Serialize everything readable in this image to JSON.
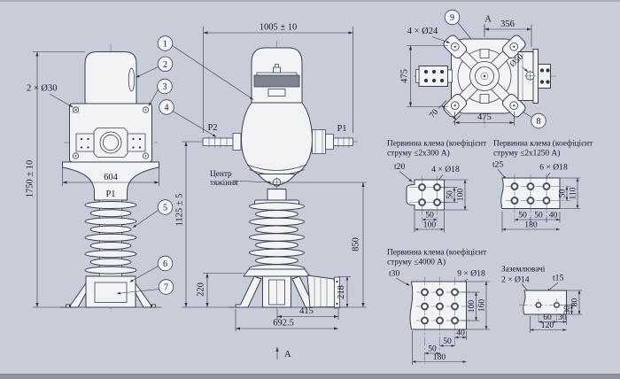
{
  "palette": {
    "background": "#c8cdd9",
    "paper": "#f2f3f5",
    "line": "#3a4050",
    "plate_band": "#7d8390"
  },
  "front_view": {
    "dim_height": "1750 ± 10",
    "dim_corner_holes": "2 × Ø30",
    "dim_flange_width": "604",
    "terminal": "Р1"
  },
  "side_view": {
    "dim_total_width": "1005 ± 10",
    "terminal_left": "Р2",
    "terminal_right": "Р1",
    "cg_line1": "Центр",
    "cg_line2": "тяжіння",
    "dim_axis_height": "1125 ± 5",
    "dim_base_height": "220",
    "dim_cg_height": "850",
    "dim_box_height": "218",
    "dim_box_offset": "415",
    "dim_base_width": "692.5",
    "view_label": "А"
  },
  "bottom_view": {
    "view_label": "А",
    "dim_offset": "356",
    "dim_corner_holes": "4 × Ø24",
    "dim_span_vertical": "475",
    "dim_span_horizontal": "475",
    "dim_flange_hole": "Ø50",
    "dim_pad_width": "70"
  },
  "callouts": [
    "1",
    "2",
    "3",
    "4",
    "5",
    "6",
    "7",
    "8",
    "9"
  ],
  "terminal_details": [
    {
      "title_line1": "Первинна клема (коефіцієнт",
      "title_line2": "струму ≤2x300 А)",
      "thickness": "t20",
      "holes_label": "4 × Ø18",
      "dim_row_pitch": "50",
      "dim_height": "100",
      "dim_col_pitch": "50",
      "dim_width": "100"
    },
    {
      "title_line1": "Первинна клема (коефіцієнт",
      "title_line2": "струму ≤2x1250 А)",
      "thickness": "t25",
      "holes_label": "6 × Ø18",
      "dim_row_pitch": "50",
      "dim_height": "110",
      "dim_col1": "50",
      "dim_col2": "50",
      "dim_edge": "40",
      "dim_width": "180"
    },
    {
      "title_line1": "Первинна клема (коефіцієнт",
      "title_line2": "струму ≤4000 А)",
      "thickness": "t30",
      "holes_label": "9 × Ø18",
      "dim_row_span": "100",
      "dim_height": "160",
      "dim_edge": "40",
      "dim_col2": "50",
      "dim_col1": "50",
      "dim_width": "180"
    },
    {
      "title_line1": "Заземлювачі",
      "title_line2": "2 × Ø14",
      "thickness": "t15",
      "dim_row": "30",
      "dim_height": "80",
      "dim_col1": "60",
      "dim_edge": "30",
      "dim_width": "120"
    }
  ]
}
